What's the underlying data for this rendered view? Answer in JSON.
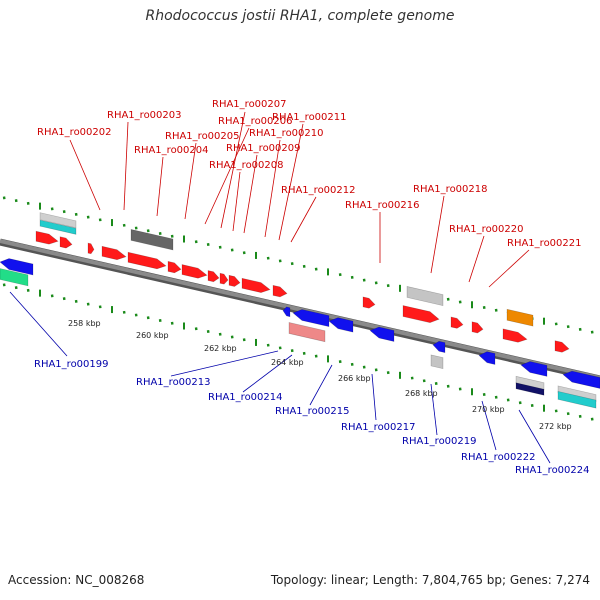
{
  "title": "Rhodococcus jostii RHA1, complete genome",
  "footer": {
    "accession": "Accession: NC_008268",
    "summary": "Topology: linear; Length: 7,804,765 bp; Genes: 7,274"
  },
  "colors": {
    "forward_label": "#cc0000",
    "reverse_label": "#0000aa",
    "backbone": "#8a8a8a",
    "tick": "#1a8a1a"
  },
  "scale_labels": [
    "258 kbp",
    "260 kbp",
    "262 kbp",
    "264 kbp",
    "266 kbp",
    "268 kbp",
    "270 kbp",
    "272 kbp"
  ],
  "forward_genes": [
    "RHA1_ro00202",
    "RHA1_ro00203",
    "RHA1_ro00204",
    "RHA1_ro00205",
    "RHA1_ro00206",
    "RHA1_ro00207",
    "RHA1_ro00208",
    "RHA1_ro00209",
    "RHA1_ro00210",
    "RHA1_ro00211",
    "RHA1_ro00212",
    "RHA1_ro00216",
    "RHA1_ro00218",
    "RHA1_ro00220",
    "RHA1_ro00221"
  ],
  "reverse_genes": [
    "RHA1_ro00199",
    "RHA1_ro00213",
    "RHA1_ro00214",
    "RHA1_ro00215",
    "RHA1_ro00217",
    "RHA1_ro00219",
    "RHA1_ro00222",
    "RHA1_ro00224"
  ]
}
